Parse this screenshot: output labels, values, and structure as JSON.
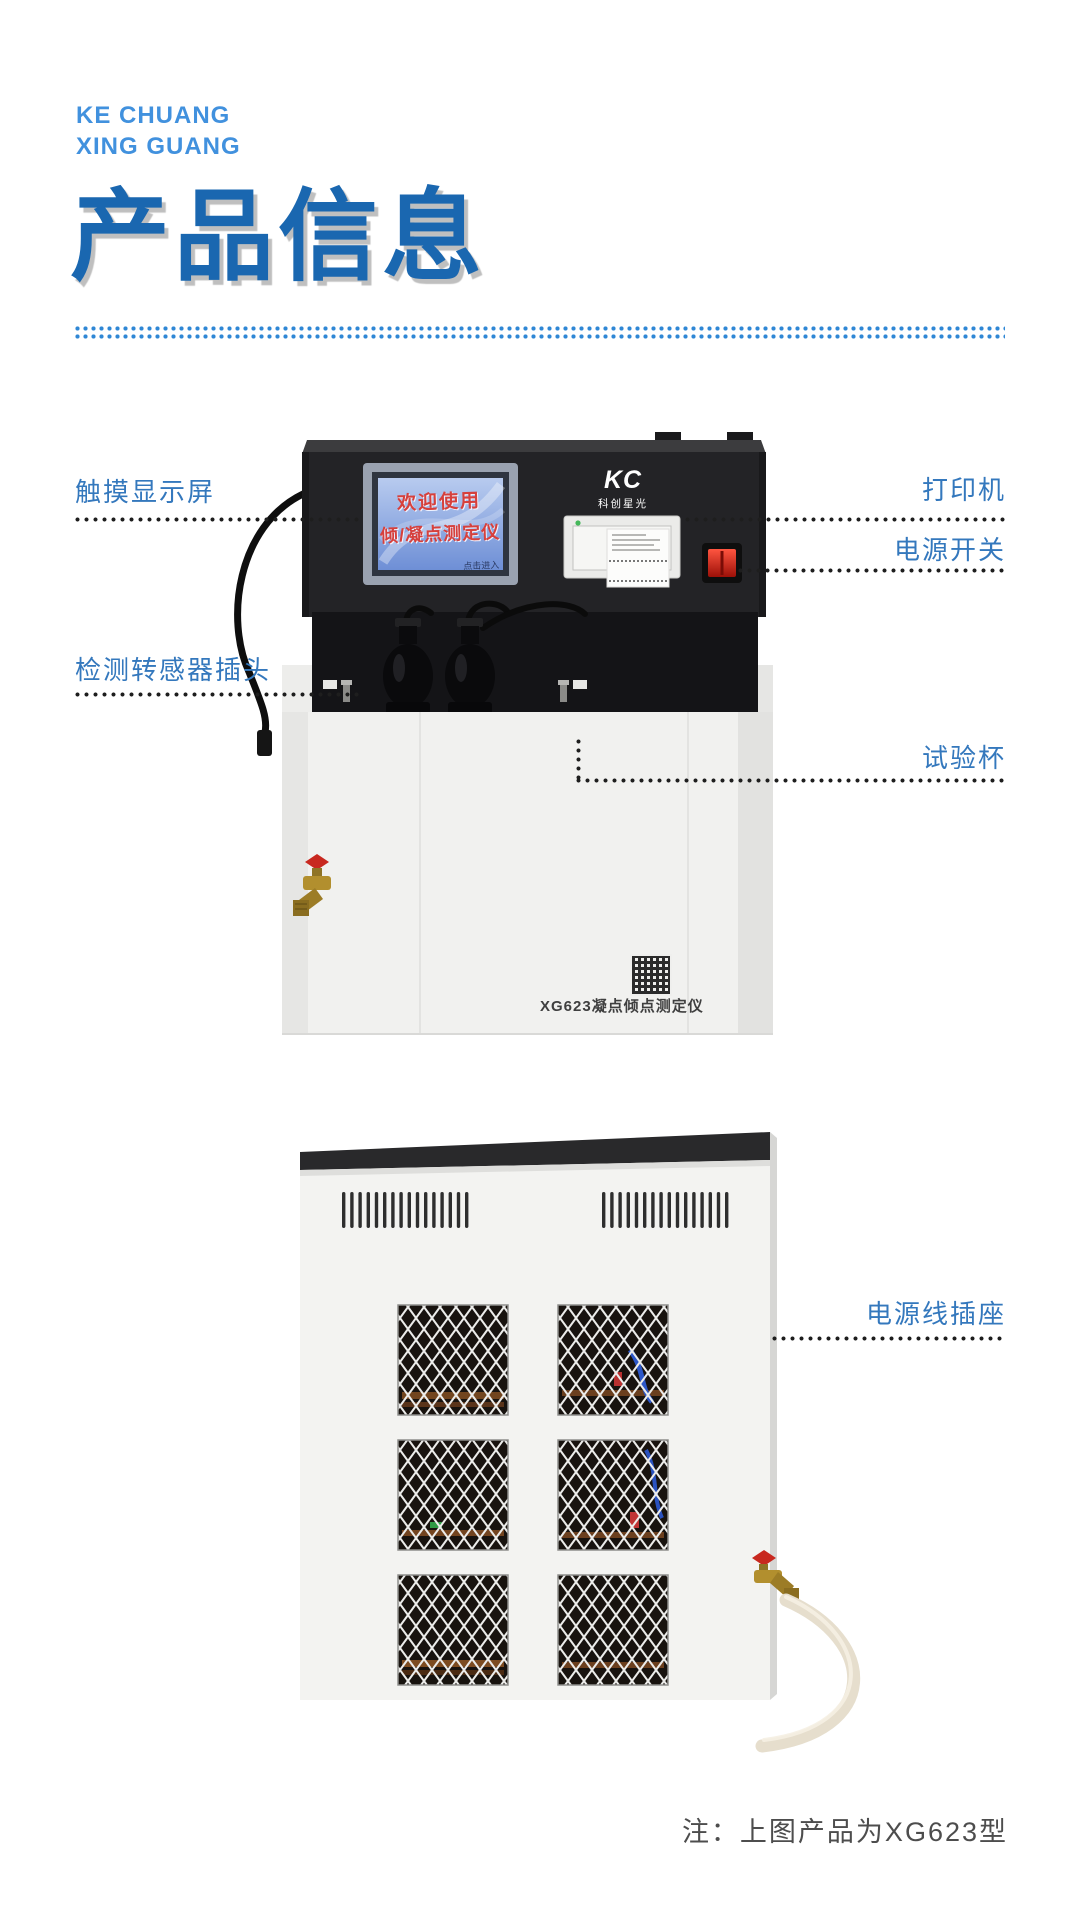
{
  "brand": {
    "line1": "KE CHUANG",
    "line2": "XING GUANG"
  },
  "title": "产品信息",
  "front_view": {
    "labels": {
      "touch_screen": "触摸显示屏",
      "sensor_plug": "检测转感器插头",
      "printer": "打印机",
      "power_switch": "电源开关",
      "test_cup": "试验杯"
    },
    "screen": {
      "line1": "欢迎使用",
      "line2": "倾/凝点测定仪",
      "enter": "点击进入"
    },
    "logo": {
      "mark": "KC",
      "name": "科创星光"
    },
    "qr_caption": "XG623凝点倾点测定仪"
  },
  "back_view": {
    "labels": {
      "power_socket": "电源线插座"
    }
  },
  "note": "注：上图产品为XG623型",
  "colors": {
    "accent_blue": "#2f87d5",
    "label_blue": "#3478bd",
    "title_blue": "#1a67b0",
    "title_shadow_gray": "#bfbfbf",
    "leader_dot_black": "#1e1e1e",
    "note_gray": "#4d4d4d",
    "machine_dark": "#232326",
    "machine_body_white": "#f1f1ef",
    "power_switch_red": "#d42818",
    "brass": "#b28f2e"
  }
}
